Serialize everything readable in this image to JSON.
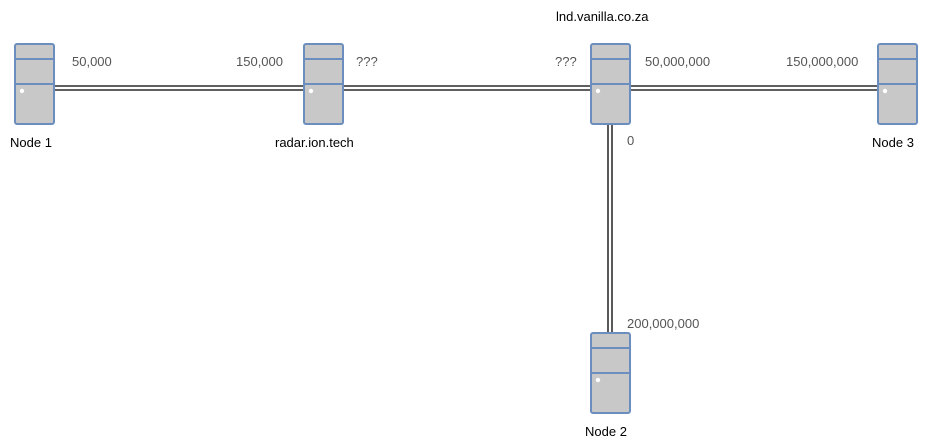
{
  "colors": {
    "server_fill": "#c8c8c8",
    "server_stroke": "#6c8ebf",
    "link": "#000000",
    "node_text": "#000000",
    "balance_text": "#555555"
  },
  "nodes": {
    "node1": {
      "name": "Node 1",
      "icon": "server-icon"
    },
    "radar": {
      "name": "radar.ion.tech",
      "icon": "server-icon"
    },
    "vanilla": {
      "name": "lnd.vanilla.co.za",
      "icon": "server-icon"
    },
    "node3": {
      "name": "Node 3",
      "icon": "server-icon"
    },
    "node2": {
      "name": "Node 2",
      "icon": "server-icon"
    }
  },
  "channels": {
    "node1_radar": {
      "node1_side": "50,000",
      "radar_side": "150,000"
    },
    "radar_vanilla": {
      "radar_side": "???",
      "vanilla_side": "???"
    },
    "vanilla_node3": {
      "vanilla_side": "50,000,000",
      "node3_side": "150,000,000"
    },
    "vanilla_node2": {
      "vanilla_side": "0",
      "node2_side": "200,000,000"
    }
  }
}
